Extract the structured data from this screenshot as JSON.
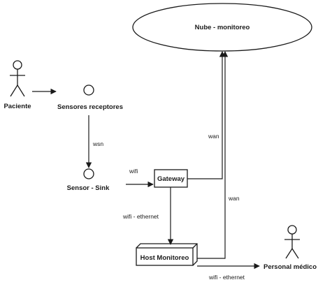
{
  "nodes": {
    "cloud": "Nube - monitoreo",
    "patient": "Paciente",
    "sensors": "Sensores receptores",
    "sink": "Sensor - Sink",
    "gateway": "Gateway",
    "host": "Host Monitoreo",
    "staff": "Personal médico"
  },
  "edges": {
    "sensors_to_sink": "wsn",
    "sink_to_gateway": "wifi",
    "gateway_to_host": "wifi - ethernet",
    "gateway_to_cloud": "wan",
    "host_to_cloud": "wan",
    "host_to_staff": "wifi - ethernet"
  },
  "colors": {
    "stroke": "#1a1a1a",
    "background": "#ffffff"
  }
}
